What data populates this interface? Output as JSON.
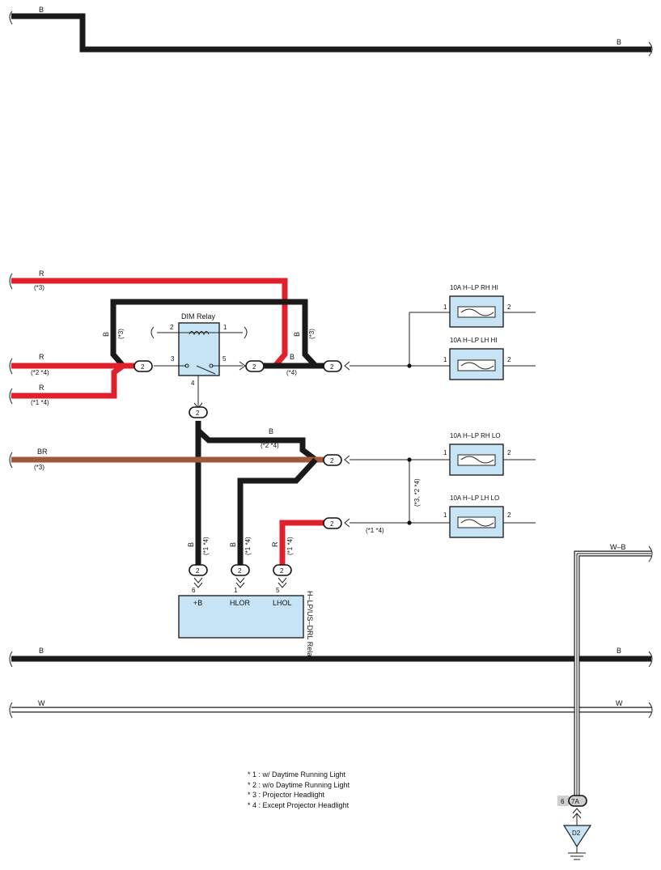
{
  "colors": {
    "black_wire": "#1a1a1a",
    "red_wire": "#e0202b",
    "brown_wire": "#a0593a",
    "component_fill": "#c6e4f5",
    "ground_tab": "#cfcfcf"
  },
  "wires": {
    "top_b_left": "B",
    "top_b_right": "B",
    "r_top": "R",
    "r_top_note": "(*3)",
    "r_mid": "R",
    "r_mid_note": "(*2 *4)",
    "r_low": "R",
    "r_low_note": "(*1 *4)",
    "b_loop_left": "B",
    "b_loop_left_note": "(*3)",
    "b_loop_right": "B",
    "b_loop_right_note": "(*3)",
    "b_relay_out": "B",
    "b_relay_out_note": "(*4)",
    "b_upper_branch": "B",
    "b_upper_branch_note": "(*2 *4)",
    "br": "BR",
    "br_note": "(*3)",
    "lo_junction_note": "(*3, *2 *4)",
    "lh_lo_note": "(*1 *4)",
    "drop_b1": "B",
    "drop_b1_note": "(*1 *4)",
    "drop_b2": "B",
    "drop_b2_note": "(*1 *4)",
    "drop_r": "R",
    "drop_r_note": "(*1 *4)",
    "bottom_b_left": "B",
    "bottom_b_right": "B",
    "bottom_w_left": "W",
    "bottom_w_right": "W",
    "wb": "W–B"
  },
  "relay": {
    "name": "DIM Relay",
    "pin2": "2",
    "pin1": "1",
    "pin3": "3",
    "pin5": "5",
    "pin4": "4"
  },
  "connector_label": "2",
  "fuses": [
    {
      "label": "10A H–LP RH HI",
      "pin_in": "1",
      "pin_out": "2"
    },
    {
      "label": "10A H–LP LH HI",
      "pin_in": "1",
      "pin_out": "2"
    },
    {
      "label": "10A H–LP RH LO",
      "pin_in": "1",
      "pin_out": "2"
    },
    {
      "label": "10A H–LP LH LO",
      "pin_in": "1",
      "pin_out": "2"
    }
  ],
  "drl_relay": {
    "name": "H–LP/US–DRL Relay",
    "pins": [
      {
        "num": "6",
        "name": "+B"
      },
      {
        "num": "1",
        "name": "HLOR"
      },
      {
        "num": "5",
        "name": "LHOL"
      }
    ]
  },
  "ground": {
    "pin": "6",
    "connector": "7A",
    "point": "D2"
  },
  "notes": [
    "* 1 : w/ Daytime Running Light",
    "* 2 : w/o Daytime Running Light",
    "* 3 : Projector Headlight",
    "* 4 : Except Projector Headlight"
  ]
}
